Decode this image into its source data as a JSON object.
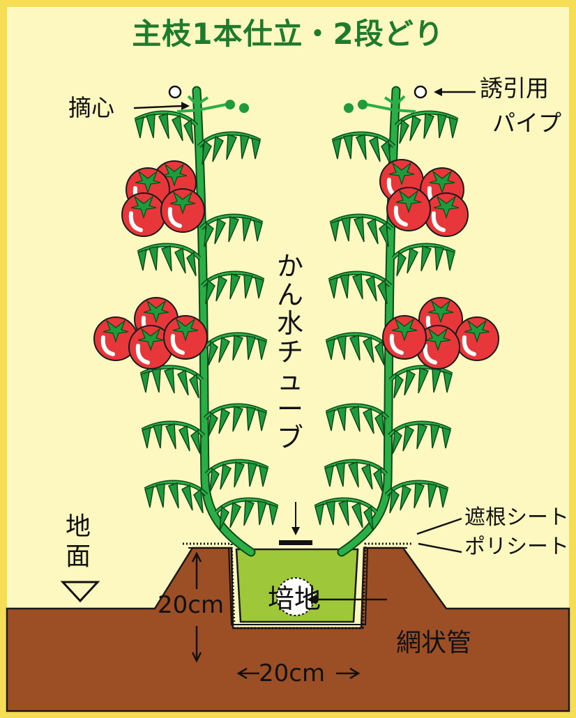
{
  "title": "主枝1本仕立・2段どり",
  "labels": {
    "tekishin": "摘心",
    "yuin_pipe_line1": "誘引用",
    "yuin_pipe_line2": "パイプ",
    "kansui_tube": "かん水チューブ",
    "chimen": "地面",
    "shakon_sheet": "遮根シート",
    "poly_sheet": "ポリシート",
    "baichi": "培地",
    "mojokan": "網状管",
    "depth": "20cm",
    "width": "20cm"
  },
  "colors": {
    "background": "#fdf7c0",
    "border": "#f5de56",
    "title": "#1e7a2c",
    "soil": "#9c4f24",
    "medium": "#9ec83a",
    "stem": "#2cae46",
    "leaf": "#1f9a3c",
    "fruit": "#e8373a"
  }
}
